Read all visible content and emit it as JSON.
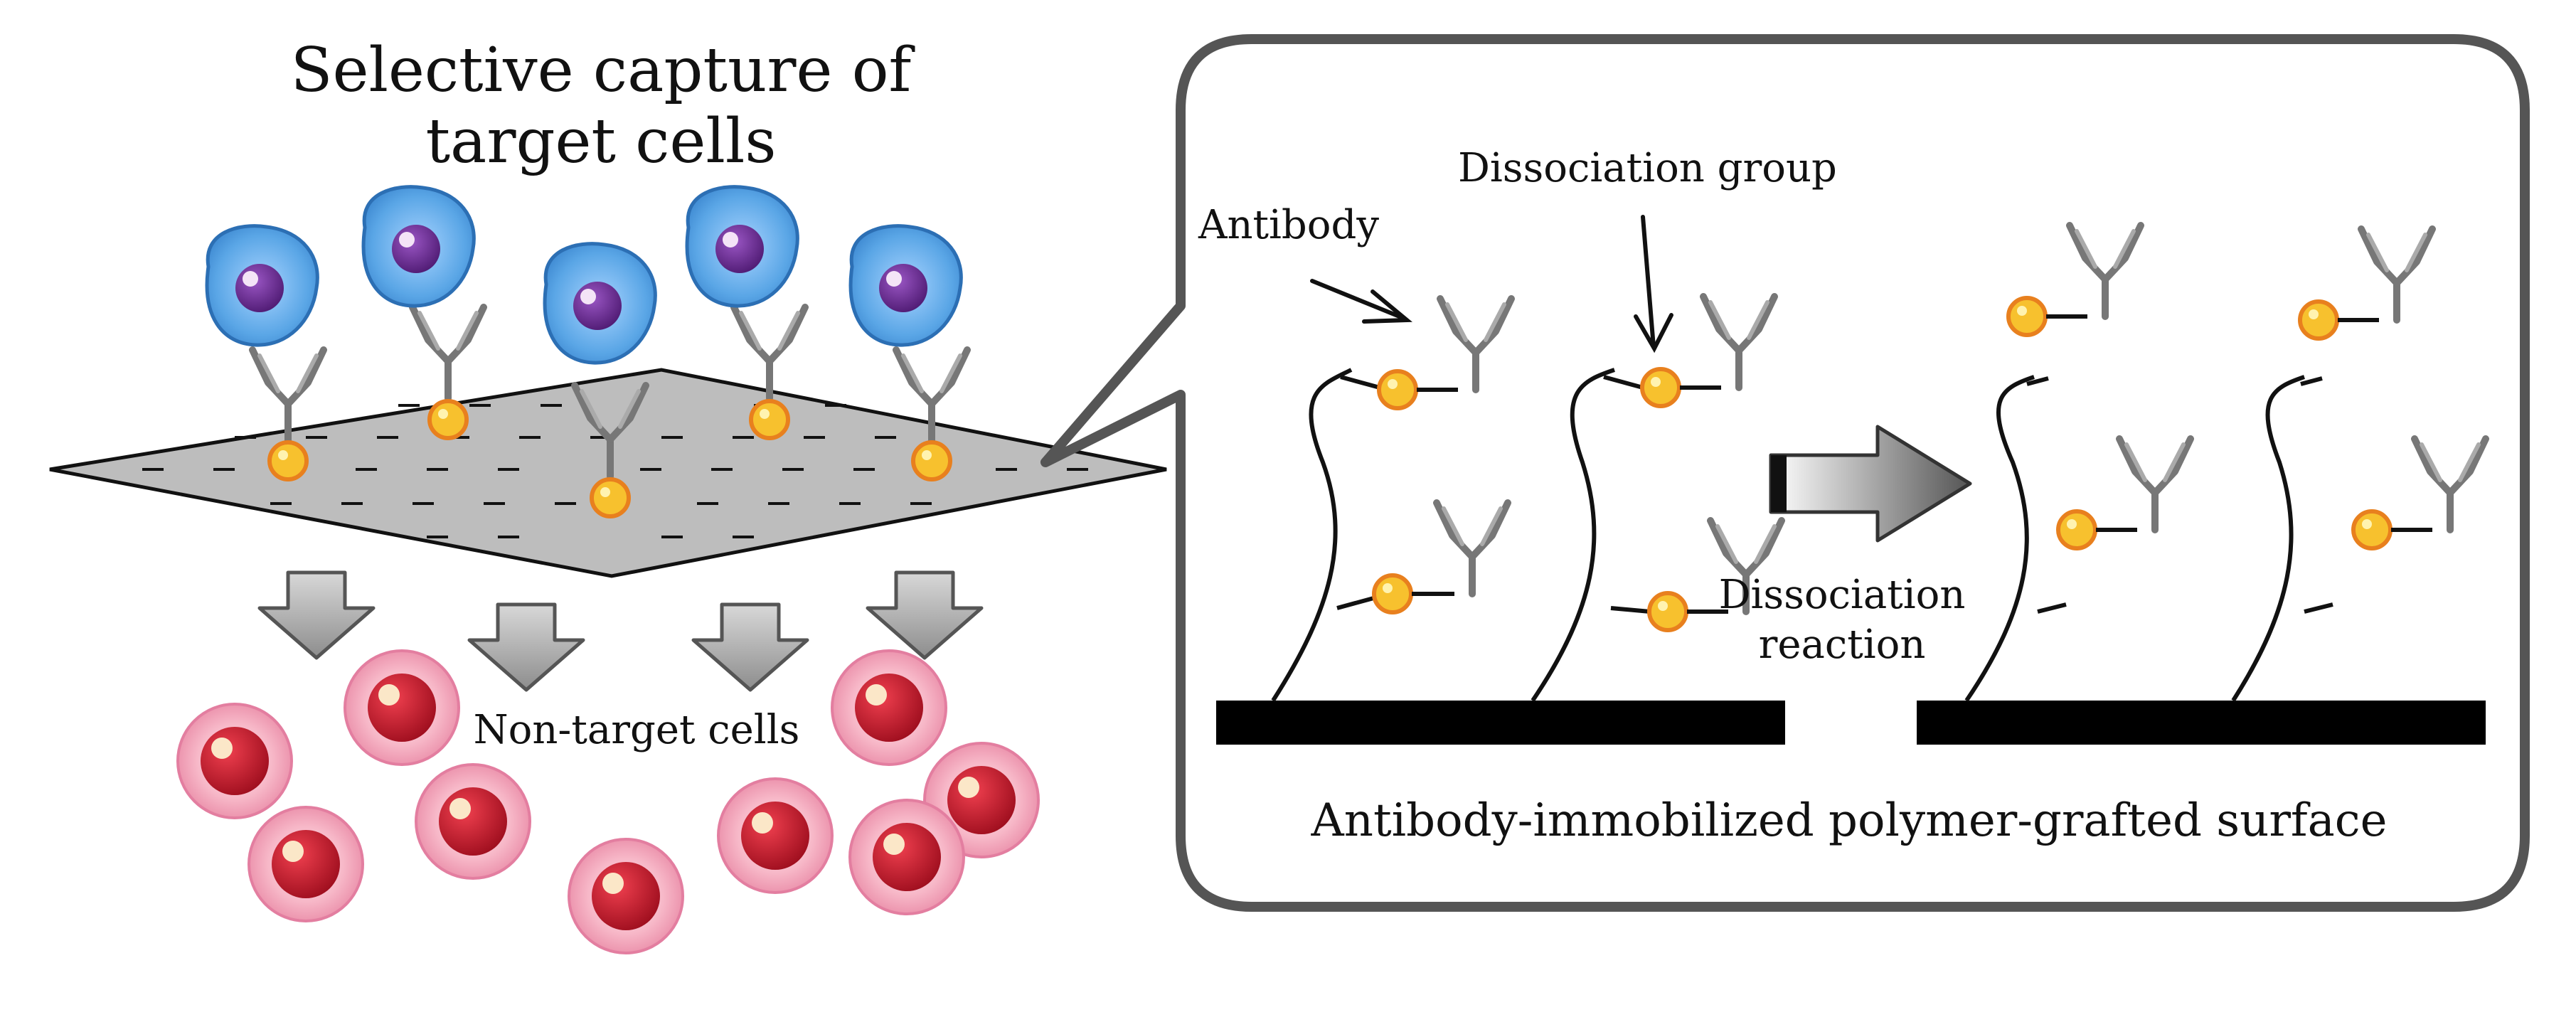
{
  "left_panel": {
    "title_line1": "Selective capture of",
    "title_line2": "target cells",
    "non_target_label": "Non-target cells"
  },
  "right_panel": {
    "antibody_label": "Antibody",
    "dissociation_group_label": "Dissociation group",
    "reaction_label_line1": "Dissociation",
    "reaction_label_line2": "reaction",
    "caption": "Antibody-immobilized polymer-grafted surface"
  },
  "colors": {
    "target_cell": "#5aa6e6",
    "target_nucleus": "#6a2c8e",
    "non_target_cell": "#f2a3b8",
    "non_target_nucleus": "#cc1a2e",
    "ligand": "#f7c12e",
    "ligand_outline": "#e8801e",
    "antibody": "#777777",
    "surface": "#bdbdbd",
    "substrate": "#000000"
  }
}
